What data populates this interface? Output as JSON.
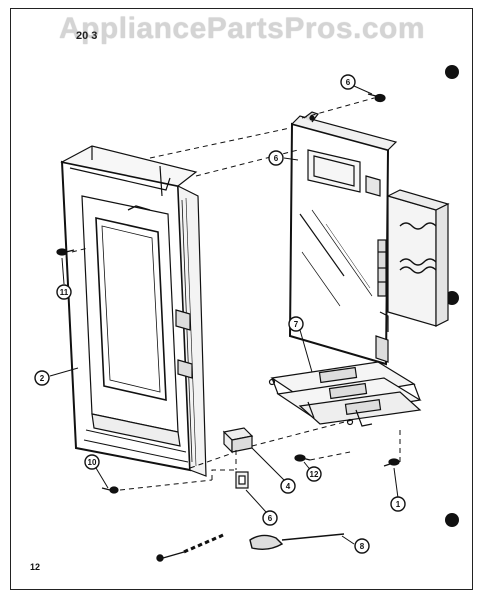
{
  "watermark": "AppliancePartsPros.com",
  "section_code": "20 3",
  "page_number": "12",
  "callouts": [
    "6",
    "6",
    "11",
    "7",
    "2",
    "10",
    "4",
    "12",
    "1",
    "6",
    "8"
  ],
  "colors": {
    "ink": "#111111",
    "paper": "#ffffff",
    "watermark": "#d4d4d4"
  }
}
